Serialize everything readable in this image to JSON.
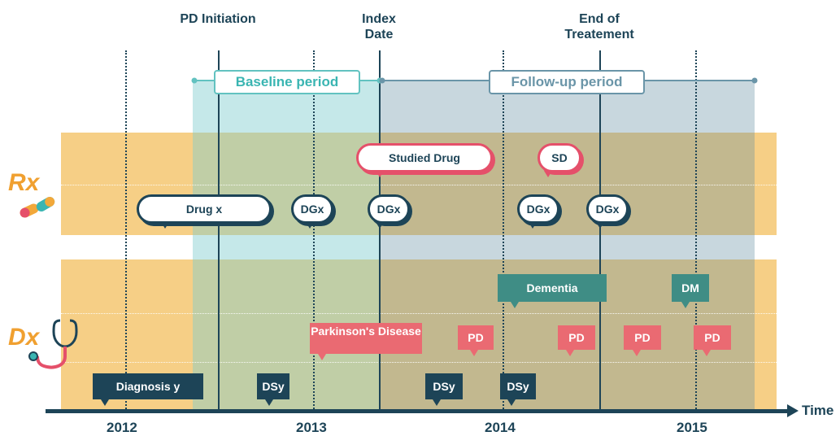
{
  "milestones": {
    "pd_initiation": "PD Initiation",
    "index_date": "Index Date",
    "end_of_treatment": "End of Treatement"
  },
  "periods": {
    "baseline": "Baseline period",
    "followup": "Follow-up period"
  },
  "rows": {
    "rx": "Rx",
    "dx": "Dx"
  },
  "rx_events": {
    "studied_drug": "Studied Drug",
    "sd": "SD",
    "drug_x": "Drug x",
    "dgx": "DGx"
  },
  "dx_events": {
    "dementia": "Dementia",
    "dm": "DM",
    "parkinsons": "Parkinson's Disease",
    "pd": "PD",
    "diagnosis_y": "Diagnosis y",
    "dsy": "DSy"
  },
  "axis": {
    "label": "Time",
    "years": [
      "2012",
      "2013",
      "2014",
      "2015"
    ]
  },
  "colors": {
    "navy": "#1d4457",
    "baseline": "#7ecdce",
    "followup": "#6a95a8",
    "band": "#f6cf86",
    "red": "#e5506a",
    "teal": "#3f8d85"
  }
}
